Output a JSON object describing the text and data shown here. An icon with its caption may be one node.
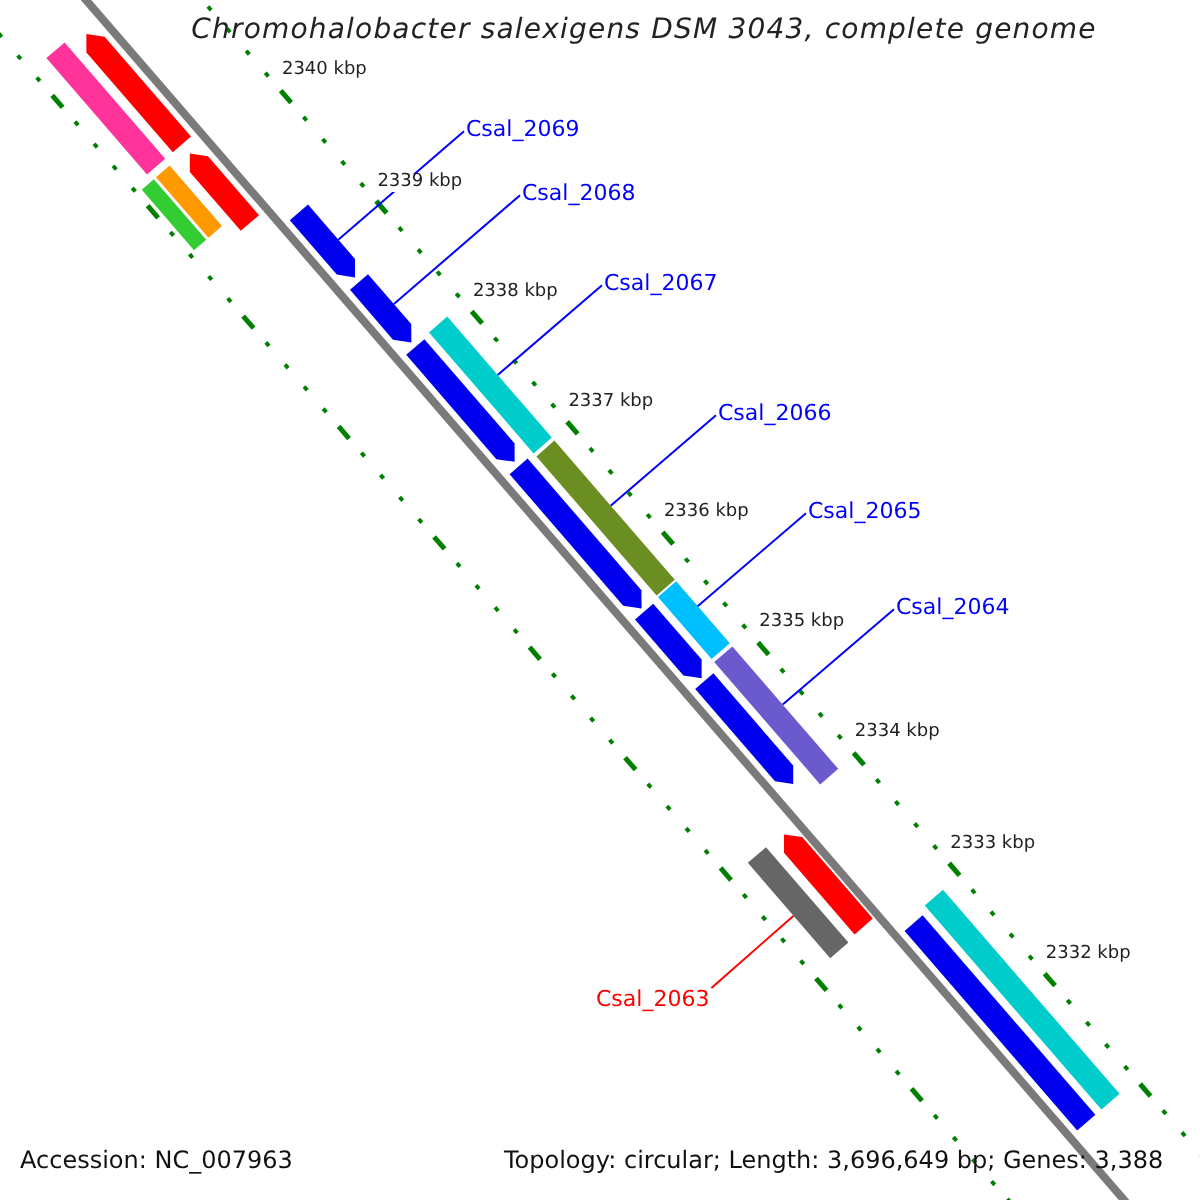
{
  "diagram": {
    "title": "Chromohalobacter salexigens DSM 3043, complete genome",
    "nodes": [
      {
        "text": [
          "Csal_2069"
        ]
      },
      {
        "text": [
          "Csal_2068"
        ]
      },
      {
        "text": [
          "Csal_2067"
        ]
      },
      {
        "text": [
          "Csal_2066"
        ]
      },
      {
        "text": [
          "Csal_2065"
        ]
      },
      {
        "text": [
          "Csal_2064"
        ]
      },
      {
        "text": [
          "Csal_2063"
        ]
      },
      {
        "text": [],
        "shape": "bar"
      },
      {
        "text": [],
        "shape": "bar"
      },
      {
        "text": [],
        "shape": "bar"
      },
      {
        "text": [],
        "shape": "bar"
      },
      {
        "text": [],
        "shape": "bar"
      },
      {
        "text": [],
        "shape": "bar"
      },
      {
        "text": [],
        "shape": "bar"
      },
      {
        "text": [],
        "shape": "bar"
      },
      {
        "text": [],
        "shape": "bar"
      },
      {
        "text": [],
        "shape": "bar"
      },
      {
        "text": [],
        "shape": "bar"
      },
      {
        "text": [],
        "shape": "bar"
      },
      {
        "text": [],
        "shape": "bar"
      },
      {
        "text": [],
        "shape": "bar"
      },
      {
        "text": [],
        "shape": "bar"
      },
      {
        "text": [],
        "shape": "bar"
      },
      {
        "text": [],
        "shape": "bar"
      },
      {
        "text": [],
        "shape": "bar"
      },
      {
        "text": [],
        "shape": "bar"
      }
    ],
    "edges": [
      {
        "from": 0,
        "to": 7,
        "arrow": "none"
      },
      {
        "from": 1,
        "to": 8,
        "arrow": "none"
      },
      {
        "from": 2,
        "to": 9,
        "arrow": "none"
      },
      {
        "from": 3,
        "to": 10,
        "arrow": "none"
      },
      {
        "from": 4,
        "to": 11,
        "arrow": "none"
      },
      {
        "from": 5,
        "to": 12,
        "arrow": "none"
      },
      {
        "from": 6,
        "to": 13,
        "arrow": "none",
        "color": "#ff0000"
      }
    ],
    "labels": [
      "2340 kbp",
      "2339 kbp",
      "2338 kbp",
      "2337 kbp",
      "2336 kbp",
      "2335 kbp",
      "2334 kbp",
      "2333 kbp",
      "2332 kbp",
      "Accession: NC_007963",
      "Topology: circular; Length: 3,696,649 bp; Genes: 3,388"
    ]
  }
}
